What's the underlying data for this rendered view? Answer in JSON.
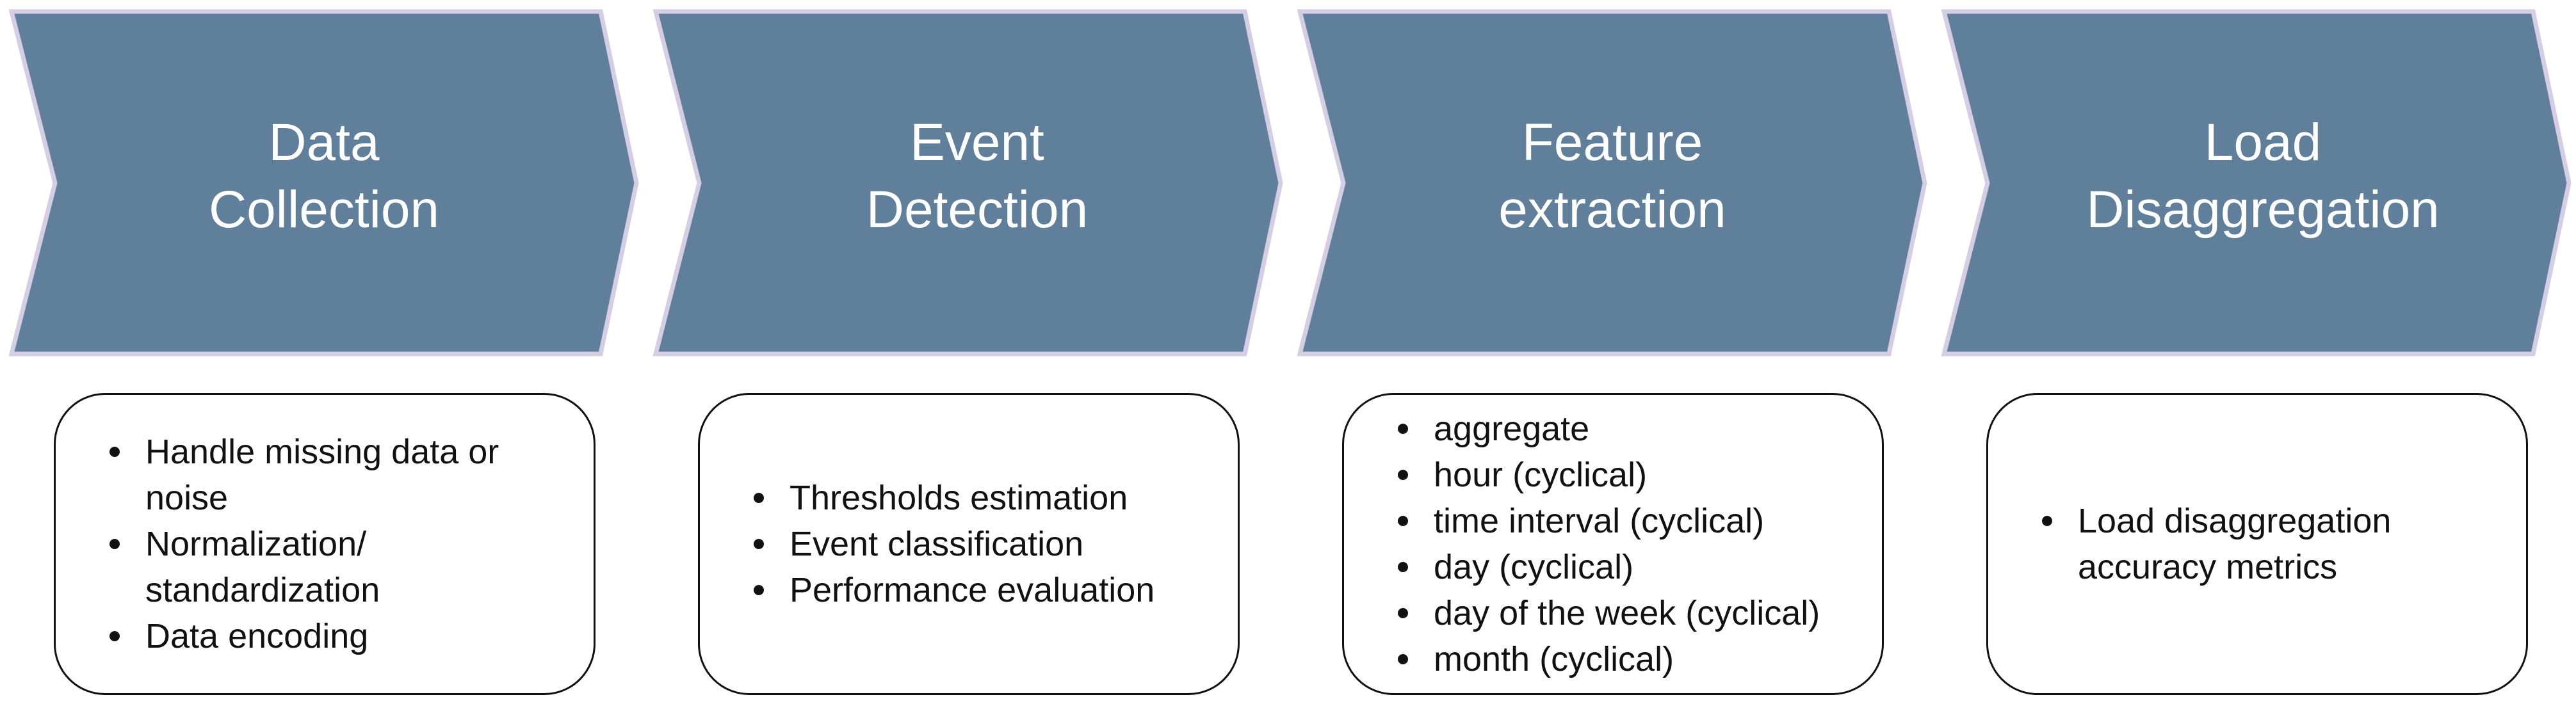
{
  "colors": {
    "chevron_fill": "#5f7f9b",
    "chevron_border": "#d4cde3",
    "text_on_chevron": "#ffffff",
    "box_border": "#111111"
  },
  "stages": [
    {
      "title_lines": [
        "Data",
        "Collection"
      ],
      "items": [
        [
          "Handle missing data or",
          "noise"
        ],
        [
          "Normalization/",
          "standardization"
        ],
        [
          "Data encoding"
        ]
      ]
    },
    {
      "title_lines": [
        "Event",
        "Detection"
      ],
      "items": [
        [
          "Thresholds estimation"
        ],
        [
          "Event classification"
        ],
        [
          "Performance evaluation"
        ]
      ]
    },
    {
      "title_lines": [
        "Feature",
        "extraction"
      ],
      "items": [
        [
          "aggregate"
        ],
        [
          "hour (cyclical)"
        ],
        [
          "time interval (cyclical)"
        ],
        [
          "day (cyclical)"
        ],
        [
          "day of the week (cyclical)"
        ],
        [
          "month (cyclical)"
        ]
      ]
    },
    {
      "title_lines": [
        "Load",
        "Disaggregation"
      ],
      "items": [
        [
          "Load disaggregation",
          "accuracy metrics"
        ]
      ]
    }
  ]
}
